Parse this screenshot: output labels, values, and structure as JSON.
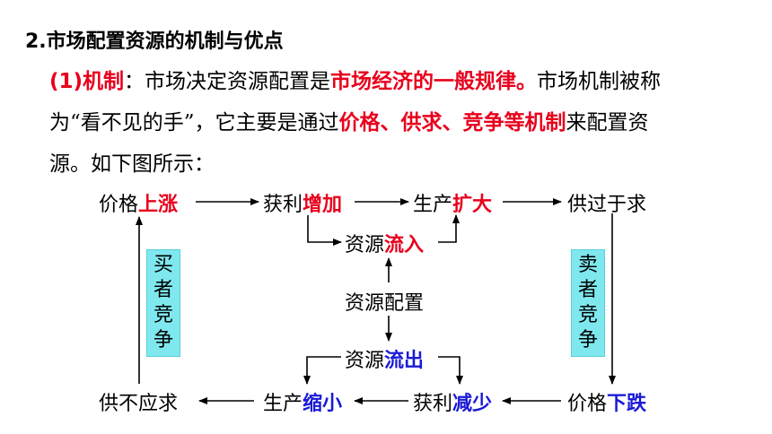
{
  "heading": "2.市场配置资源的机制与优点",
  "paragraph": {
    "p1": "(1)机制",
    "p2": "：市场决定资源配置是",
    "p3": "市场经济的一般规律。",
    "p4": "市场机制被称为“看不见的手”，它主要是通过",
    "p5": "价格、供求、竞争等机制",
    "p6": "来配置资源。如下图所示："
  },
  "diagram": {
    "price_up": {
      "base": "价格",
      "hl": "上涨"
    },
    "profit_up": {
      "base": "获利",
      "hl": "增加"
    },
    "production_up": {
      "base": "生产",
      "hl": "扩大"
    },
    "supply_exceeds": "供过于求",
    "inflow": {
      "base": "资源",
      "hl": "流入"
    },
    "allocation": "资源配置",
    "outflow": {
      "base": "资源",
      "hl": "流出"
    },
    "demand_exceeds": "供不应求",
    "production_down": {
      "base": "生产",
      "hl": "缩小"
    },
    "profit_down": {
      "base": "获利",
      "hl": "减少"
    },
    "price_down": {
      "base": "价格",
      "hl": "下跌"
    },
    "buyers_compete": [
      "买",
      "者",
      "竞",
      "争"
    ],
    "sellers_compete": [
      "卖",
      "者",
      "竞",
      "争"
    ]
  },
  "colors": {
    "red": "#e8001c",
    "blue": "#1a1ad6",
    "cyan_box": "#7fe8ef"
  }
}
